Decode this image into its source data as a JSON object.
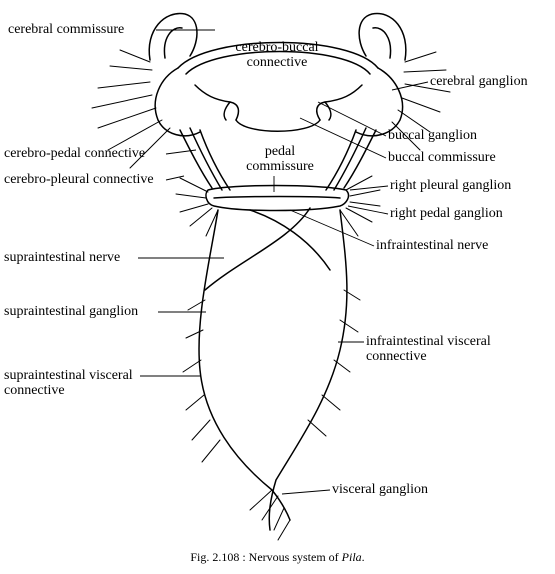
{
  "labels": {
    "cerebral_commissure": "cerebral commissure",
    "cerebro_buccal_connective": [
      "cerebro-buccal",
      "connective"
    ],
    "cerebral_ganglion": "cerebral ganglion",
    "buccal_ganglion": "buccal ganglion",
    "buccal_commissure": "buccal commissure",
    "cerebro_pedal_connective": "cerebro-pedal connective",
    "cerebro_pleural_connective": "cerebro-pleural connective",
    "pedal_commissure": [
      "pedal",
      "commissure"
    ],
    "right_pleural_ganglion": "right pleural ganglion",
    "right_pedal_ganglion": "right pedal ganglion",
    "supraintestinal_nerve": "supraintestinal nerve",
    "infraintestinal_nerve": "infraintestinal nerve",
    "supraintestinal_ganglion": "supraintestinal ganglion",
    "infraintestinal_visceral_connective": [
      "infraintestinal visceral",
      "connective"
    ],
    "supraintestinal_visceral_connective": [
      "supraintestinal visceral",
      "connective"
    ],
    "visceral_ganglion": "visceral ganglion"
  },
  "caption": {
    "prefix": "Fig. 2.108 : Nervous system of ",
    "species": "Pila",
    "suffix": "."
  }
}
